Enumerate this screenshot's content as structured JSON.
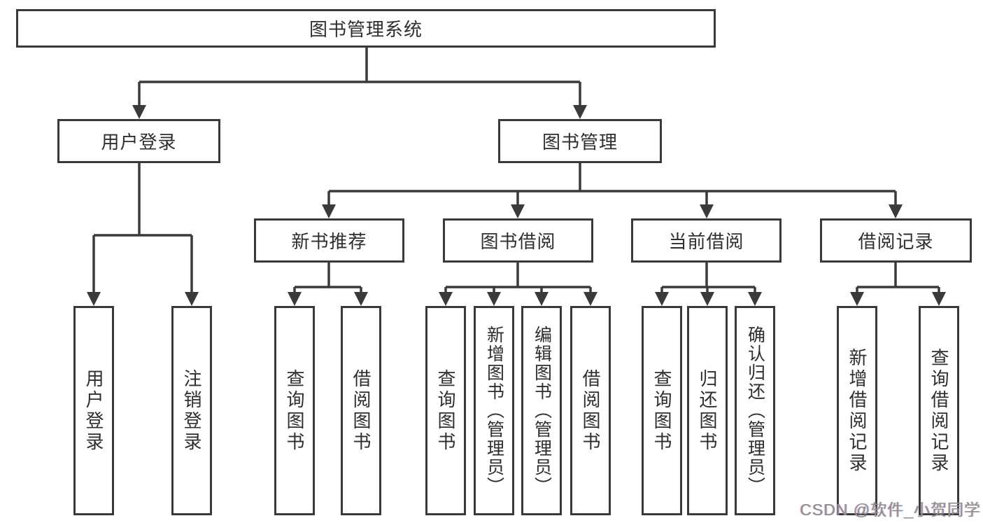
{
  "diagram_title": "图书管理系统",
  "nodes": {
    "root": "图书管理系统",
    "user_login": "用户登录",
    "book_mgmt": "图书管理",
    "new_book_rec": "新书推荐",
    "book_borrow": "图书借阅",
    "current_borrow": "当前借阅",
    "borrow_record": "借阅记录",
    "leaf_user_login": "用户登录",
    "leaf_logout": "注销登录",
    "leaf_rec_query_book": "查询图书",
    "leaf_rec_borrow_book": "借阅图书",
    "leaf_bor_query_book": "查询图书",
    "leaf_bor_add_book": "新增图书（管理员）",
    "leaf_bor_edit_book": "编辑图书（管理员）",
    "leaf_bor_borrow_book": "借阅图书",
    "leaf_cur_query_book": "查询图书",
    "leaf_cur_return_book": "归还图书",
    "leaf_cur_confirm_return": "确认归还（管理员）",
    "leaf_rr_add_record": "新增借阅记录",
    "leaf_rr_query_record": "查询借阅记录"
  },
  "edges": [
    [
      "root",
      "user_login"
    ],
    [
      "root",
      "book_mgmt"
    ],
    [
      "user_login",
      "leaf_user_login"
    ],
    [
      "user_login",
      "leaf_logout"
    ],
    [
      "book_mgmt",
      "new_book_rec"
    ],
    [
      "book_mgmt",
      "book_borrow"
    ],
    [
      "book_mgmt",
      "current_borrow"
    ],
    [
      "book_mgmt",
      "borrow_record"
    ],
    [
      "new_book_rec",
      "leaf_rec_query_book"
    ],
    [
      "new_book_rec",
      "leaf_rec_borrow_book"
    ],
    [
      "book_borrow",
      "leaf_bor_query_book"
    ],
    [
      "book_borrow",
      "leaf_bor_add_book"
    ],
    [
      "book_borrow",
      "leaf_bor_edit_book"
    ],
    [
      "book_borrow",
      "leaf_bor_borrow_book"
    ],
    [
      "current_borrow",
      "leaf_cur_query_book"
    ],
    [
      "current_borrow",
      "leaf_cur_return_book"
    ],
    [
      "current_borrow",
      "leaf_cur_confirm_return"
    ],
    [
      "borrow_record",
      "leaf_rr_add_record"
    ],
    [
      "borrow_record",
      "leaf_rr_query_record"
    ]
  ],
  "watermark": "CSDN @软件_小贺同学",
  "colors": {
    "line": "#3a3a3a",
    "box_border": "#3a3a3a",
    "text": "#2e2e31",
    "background": "#ffffff",
    "watermark": "#8f8f8f"
  }
}
